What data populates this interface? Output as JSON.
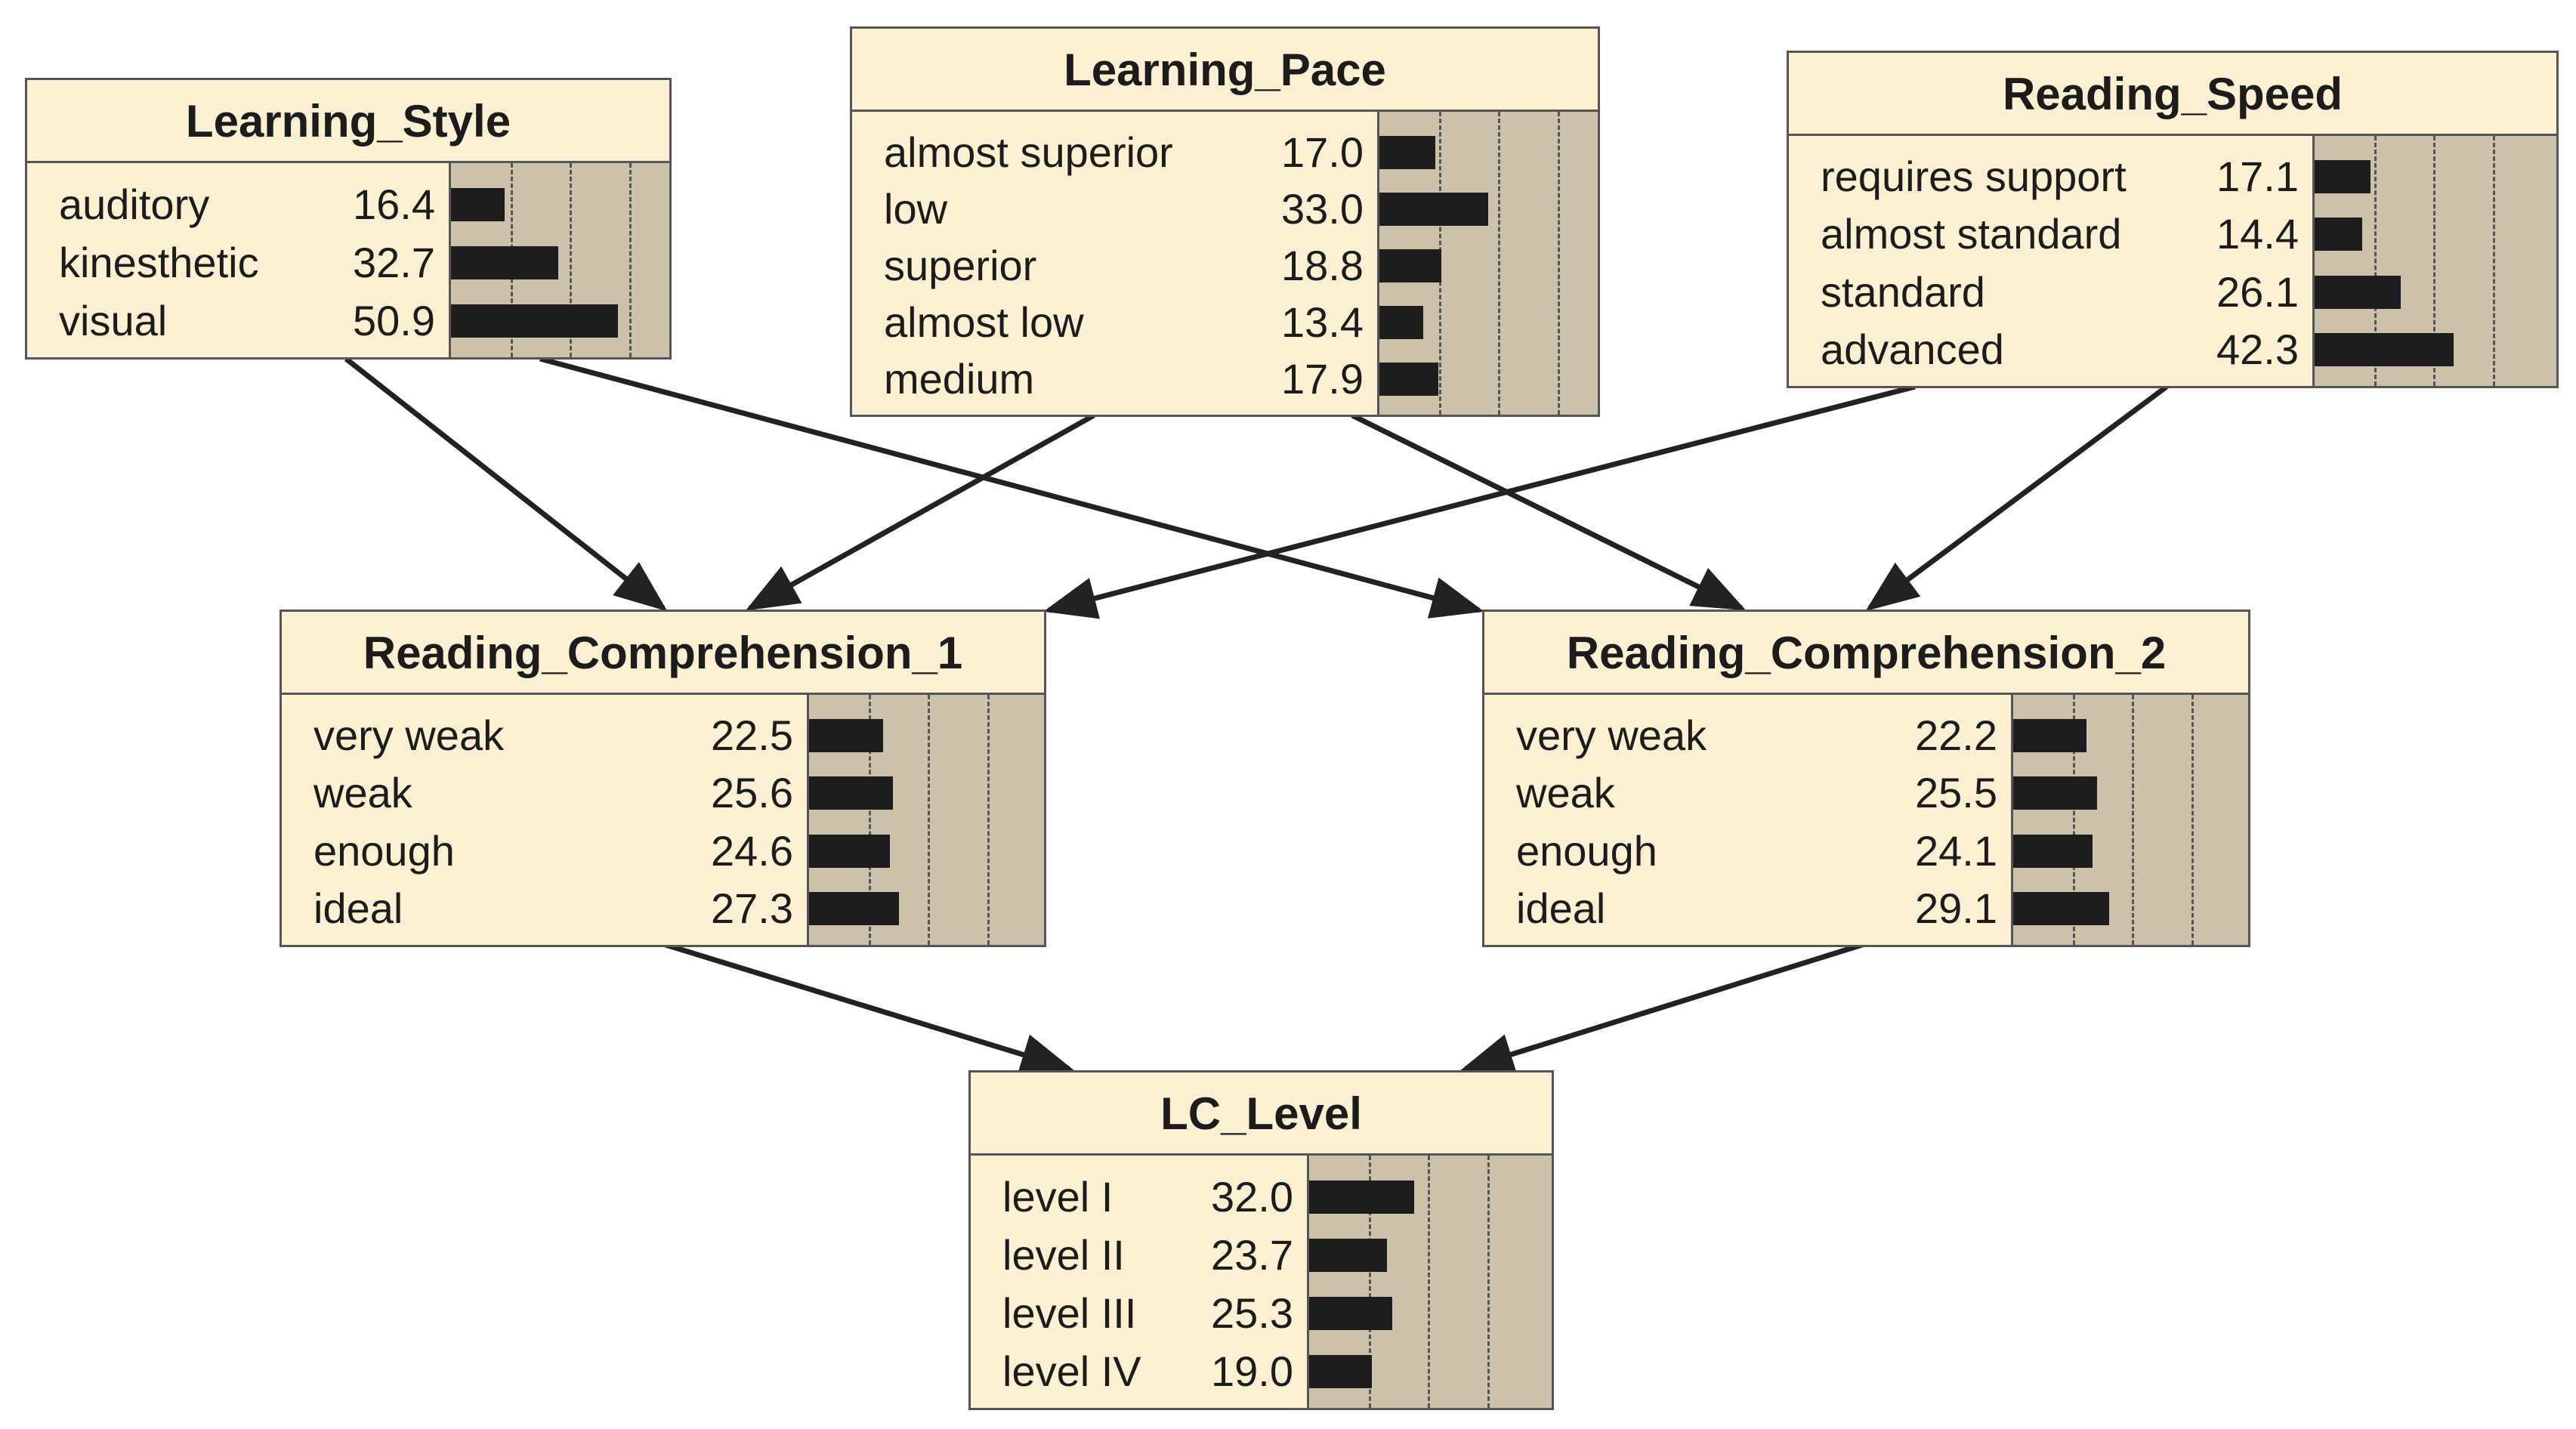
{
  "nodes": {
    "learning_style": {
      "title": "Learning_Style",
      "states": [
        {
          "label": "auditory",
          "value": "16.4",
          "pct": 16.4
        },
        {
          "label": "kinesthetic",
          "value": "32.7",
          "pct": 32.7
        },
        {
          "label": "visual",
          "value": "50.9",
          "pct": 50.9
        }
      ]
    },
    "learning_pace": {
      "title": "Learning_Pace",
      "states": [
        {
          "label": "almost superior",
          "value": "17.0",
          "pct": 17.0
        },
        {
          "label": "low",
          "value": "33.0",
          "pct": 33.0
        },
        {
          "label": "superior",
          "value": "18.8",
          "pct": 18.8
        },
        {
          "label": "almost low",
          "value": "13.4",
          "pct": 13.4
        },
        {
          "label": "medium",
          "value": "17.9",
          "pct": 17.9
        }
      ]
    },
    "reading_speed": {
      "title": "Reading_Speed",
      "states": [
        {
          "label": "requires support",
          "value": "17.1",
          "pct": 17.1
        },
        {
          "label": "almost standard",
          "value": "14.4",
          "pct": 14.4
        },
        {
          "label": "standard",
          "value": "26.1",
          "pct": 26.1
        },
        {
          "label": "advanced",
          "value": "42.3",
          "pct": 42.3
        }
      ]
    },
    "reading_comprehension_1": {
      "title": "Reading_Comprehension_1",
      "states": [
        {
          "label": "very weak",
          "value": "22.5",
          "pct": 22.5
        },
        {
          "label": "weak",
          "value": "25.6",
          "pct": 25.6
        },
        {
          "label": "enough",
          "value": "24.6",
          "pct": 24.6
        },
        {
          "label": "ideal",
          "value": "27.3",
          "pct": 27.3
        }
      ]
    },
    "reading_comprehension_2": {
      "title": "Reading_Comprehension_2",
      "states": [
        {
          "label": "very weak",
          "value": "22.2",
          "pct": 22.2
        },
        {
          "label": "weak",
          "value": "25.5",
          "pct": 25.5
        },
        {
          "label": "enough",
          "value": "24.1",
          "pct": 24.1
        },
        {
          "label": "ideal",
          "value": "29.1",
          "pct": 29.1
        }
      ]
    },
    "lc_level": {
      "title": "LC_Level",
      "states": [
        {
          "label": "level I",
          "value": "32.0",
          "pct": 32.0
        },
        {
          "label": "level II",
          "value": "23.7",
          "pct": 23.7
        },
        {
          "label": "level III",
          "value": "25.3",
          "pct": 25.3
        },
        {
          "label": "level IV",
          "value": "19.0",
          "pct": 19.0
        }
      ]
    }
  },
  "edges": [
    {
      "from": "learning_style",
      "to": "reading_comprehension_1"
    },
    {
      "from": "learning_style",
      "to": "reading_comprehension_2"
    },
    {
      "from": "learning_pace",
      "to": "reading_comprehension_1"
    },
    {
      "from": "learning_pace",
      "to": "reading_comprehension_2"
    },
    {
      "from": "reading_speed",
      "to": "reading_comprehension_1"
    },
    {
      "from": "reading_speed",
      "to": "reading_comprehension_2"
    },
    {
      "from": "reading_comprehension_1",
      "to": "lc_level"
    },
    {
      "from": "reading_comprehension_2",
      "to": "lc_level"
    }
  ],
  "colors": {
    "node_fill": "#fbf0d2",
    "plot_fill": "#ccc1aa",
    "bar": "#1d1d1d",
    "arrow": "#222222"
  }
}
